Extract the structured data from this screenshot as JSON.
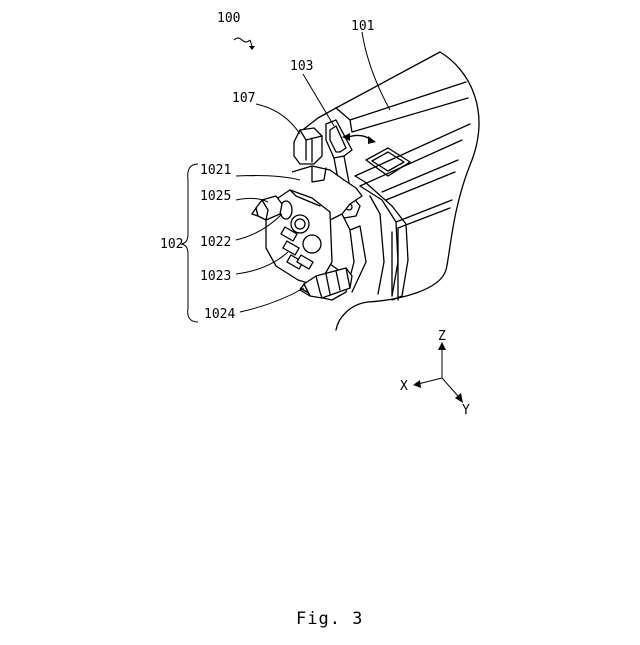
{
  "figure": {
    "caption": "Fig. 3",
    "labels": {
      "assembly": "100",
      "housing": "101",
      "connector": "102",
      "latch": "103",
      "bolt": "107",
      "connector_frame": "1021",
      "terminal_a": "1022",
      "terminal_block": "1023",
      "pin_long": "1024",
      "pin_short": "1025"
    },
    "axes": {
      "x": "X",
      "y": "Y",
      "z": "Z"
    }
  }
}
